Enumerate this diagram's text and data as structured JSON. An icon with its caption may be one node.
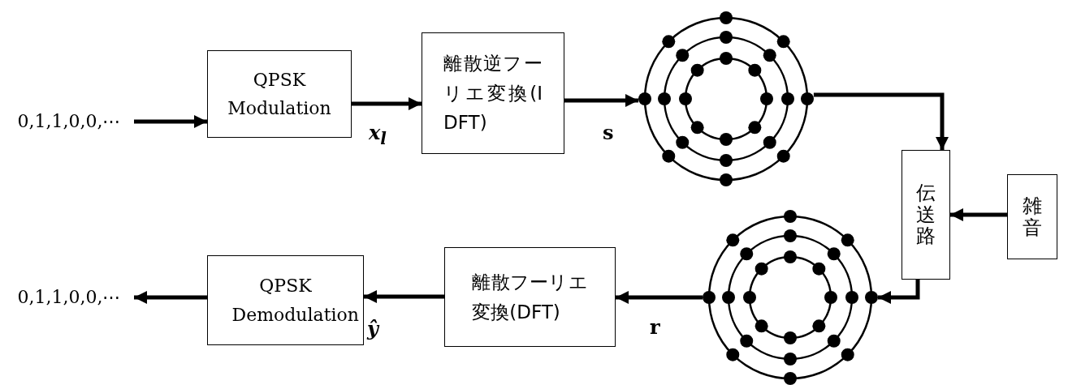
{
  "diagram": {
    "nodes": [
      {
        "text": [
          "0,1,1,0,0,⋯"
        ]
      },
      {
        "text": [
          "QPSK Modulation"
        ]
      },
      {
        "text": [
          "離散逆フーリエ変換(IDFT)"
        ]
      },
      {
        "text": [],
        "shape": "picture"
      },
      {
        "text": [
          "伝送路"
        ]
      },
      {
        "text": [
          "雑音"
        ]
      },
      {
        "text": [],
        "shape": "picture"
      },
      {
        "text": [
          "離散フーリエ変換(DFT)"
        ]
      },
      {
        "text": [
          "QPSK Demodulation"
        ]
      },
      {
        "text": [
          "0,1,1,0,0,⋯"
        ]
      }
    ],
    "edges": [
      {
        "from": 0,
        "to": 1,
        "arrow": "to"
      },
      {
        "from": 1,
        "to": 2,
        "arrow": "to",
        "label": "x$_{l}$"
      },
      {
        "from": 2,
        "to": 3,
        "arrow": "to",
        "label": "s"
      },
      {
        "from": 3,
        "to": 4,
        "arrow": "to"
      },
      {
        "from": 5,
        "to": 4,
        "arrow": "to"
      },
      {
        "from": 4,
        "to": 6,
        "arrow": "to"
      },
      {
        "from": 6,
        "to": 7,
        "arrow": "to",
        "label": "r"
      },
      {
        "from": 7,
        "to": 8,
        "arrow": "to",
        "label": "ŷ"
      },
      {
        "from": 8,
        "to": 9,
        "arrow": "to"
      }
    ]
  }
}
